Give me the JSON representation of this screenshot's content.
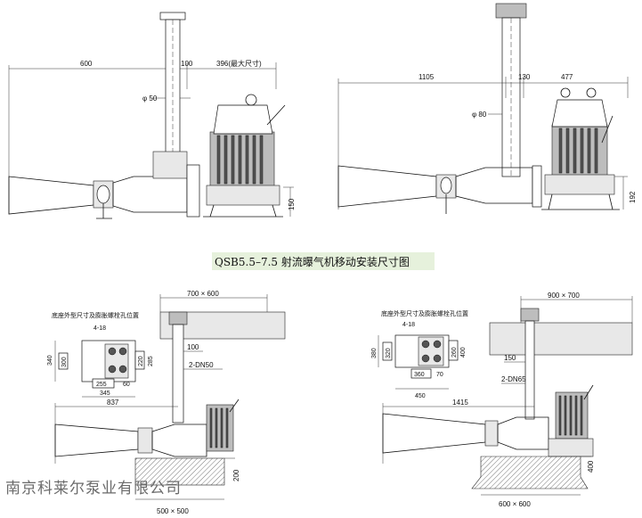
{
  "caption": "QSB5.5–7.5 射流曝气机移动安装尺寸图",
  "watermark": "南京科莱尔泵业有限公司",
  "top_left": {
    "dim_600": "600",
    "dim_100": "100",
    "dim_396": "396(最大尺寸)",
    "dim_phi50": "φ 50",
    "dim_150": "150"
  },
  "top_right": {
    "dim_1105": "1105",
    "dim_130": "130",
    "dim_477": "477",
    "dim_phi80": "φ 80",
    "dim_192": "192"
  },
  "bottom_left": {
    "base_title": "底座外型尺寸及膨胀螺栓孔位置",
    "dim_4_18": "4-18",
    "dim_340": "340",
    "dim_300": "300",
    "dim_220": "220",
    "dim_285": "285",
    "dim_255": "255",
    "dim_60": "60",
    "dim_345": "345",
    "dim_700x600": "700 × 600",
    "dim_100": "100",
    "dim_2dn50": "2-DN50",
    "dim_837": "837",
    "dim_200": "200",
    "dim_500x500": "500 × 500"
  },
  "bottom_right": {
    "base_title": "底座外型尺寸及膨胀螺栓孔位置",
    "dim_4_18": "4-18",
    "dim_380": "380",
    "dim_320": "320",
    "dim_260": "260",
    "dim_400": "400",
    "dim_360": "360",
    "dim_70": "70",
    "dim_450": "450",
    "dim_900x700": "900 × 700",
    "dim_150": "150",
    "dim_2dn65": "2-DN65",
    "dim_1415": "1415",
    "dim_400b": "400",
    "dim_600x600": "600 × 600"
  }
}
